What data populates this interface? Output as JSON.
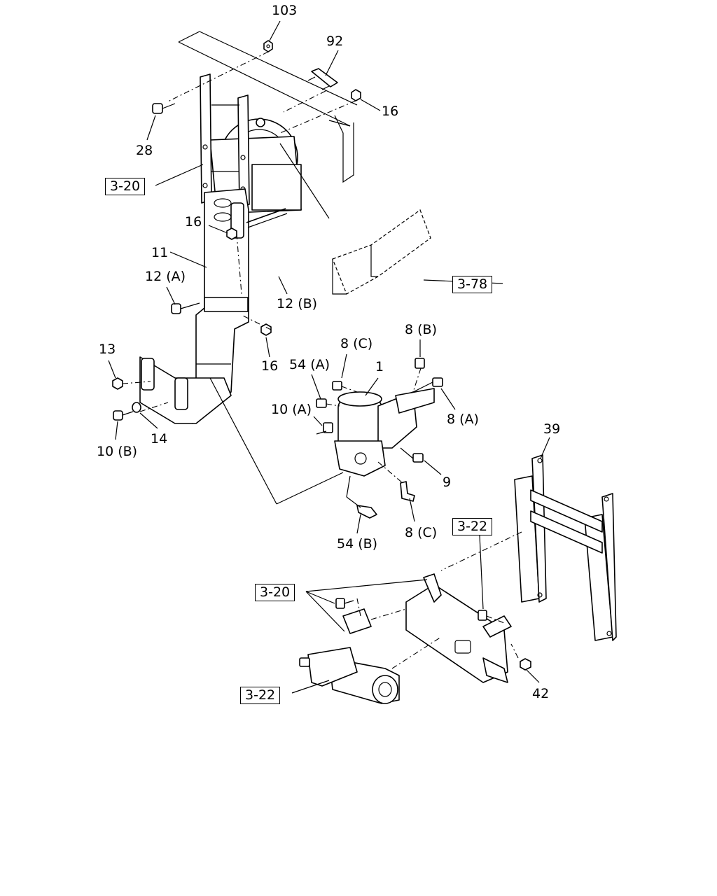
{
  "callouts": {
    "p103": "103",
    "p92": "92",
    "p16a": "16",
    "p28": "28",
    "p16b": "16",
    "p11": "11",
    "p12a": "12 (A)",
    "p12b": "12 (B)",
    "p16c": "16",
    "p13": "13",
    "p10b": "10 (B)",
    "p14": "14",
    "p8c_top": "8 (C)",
    "p54a": "54 (A)",
    "p1": "1",
    "p8b": "8 (B)",
    "p8a": "8 (A)",
    "p10a": "10 (A)",
    "p9": "9",
    "p8c_bot": "8 (C)",
    "p54b": "54 (B)",
    "p39": "39",
    "p42": "42"
  },
  "refs": {
    "r320_top": "3-20",
    "r378": "3-78",
    "r322_top": "3-22",
    "r320_bot": "3-20",
    "r322_bot": "3-22"
  }
}
